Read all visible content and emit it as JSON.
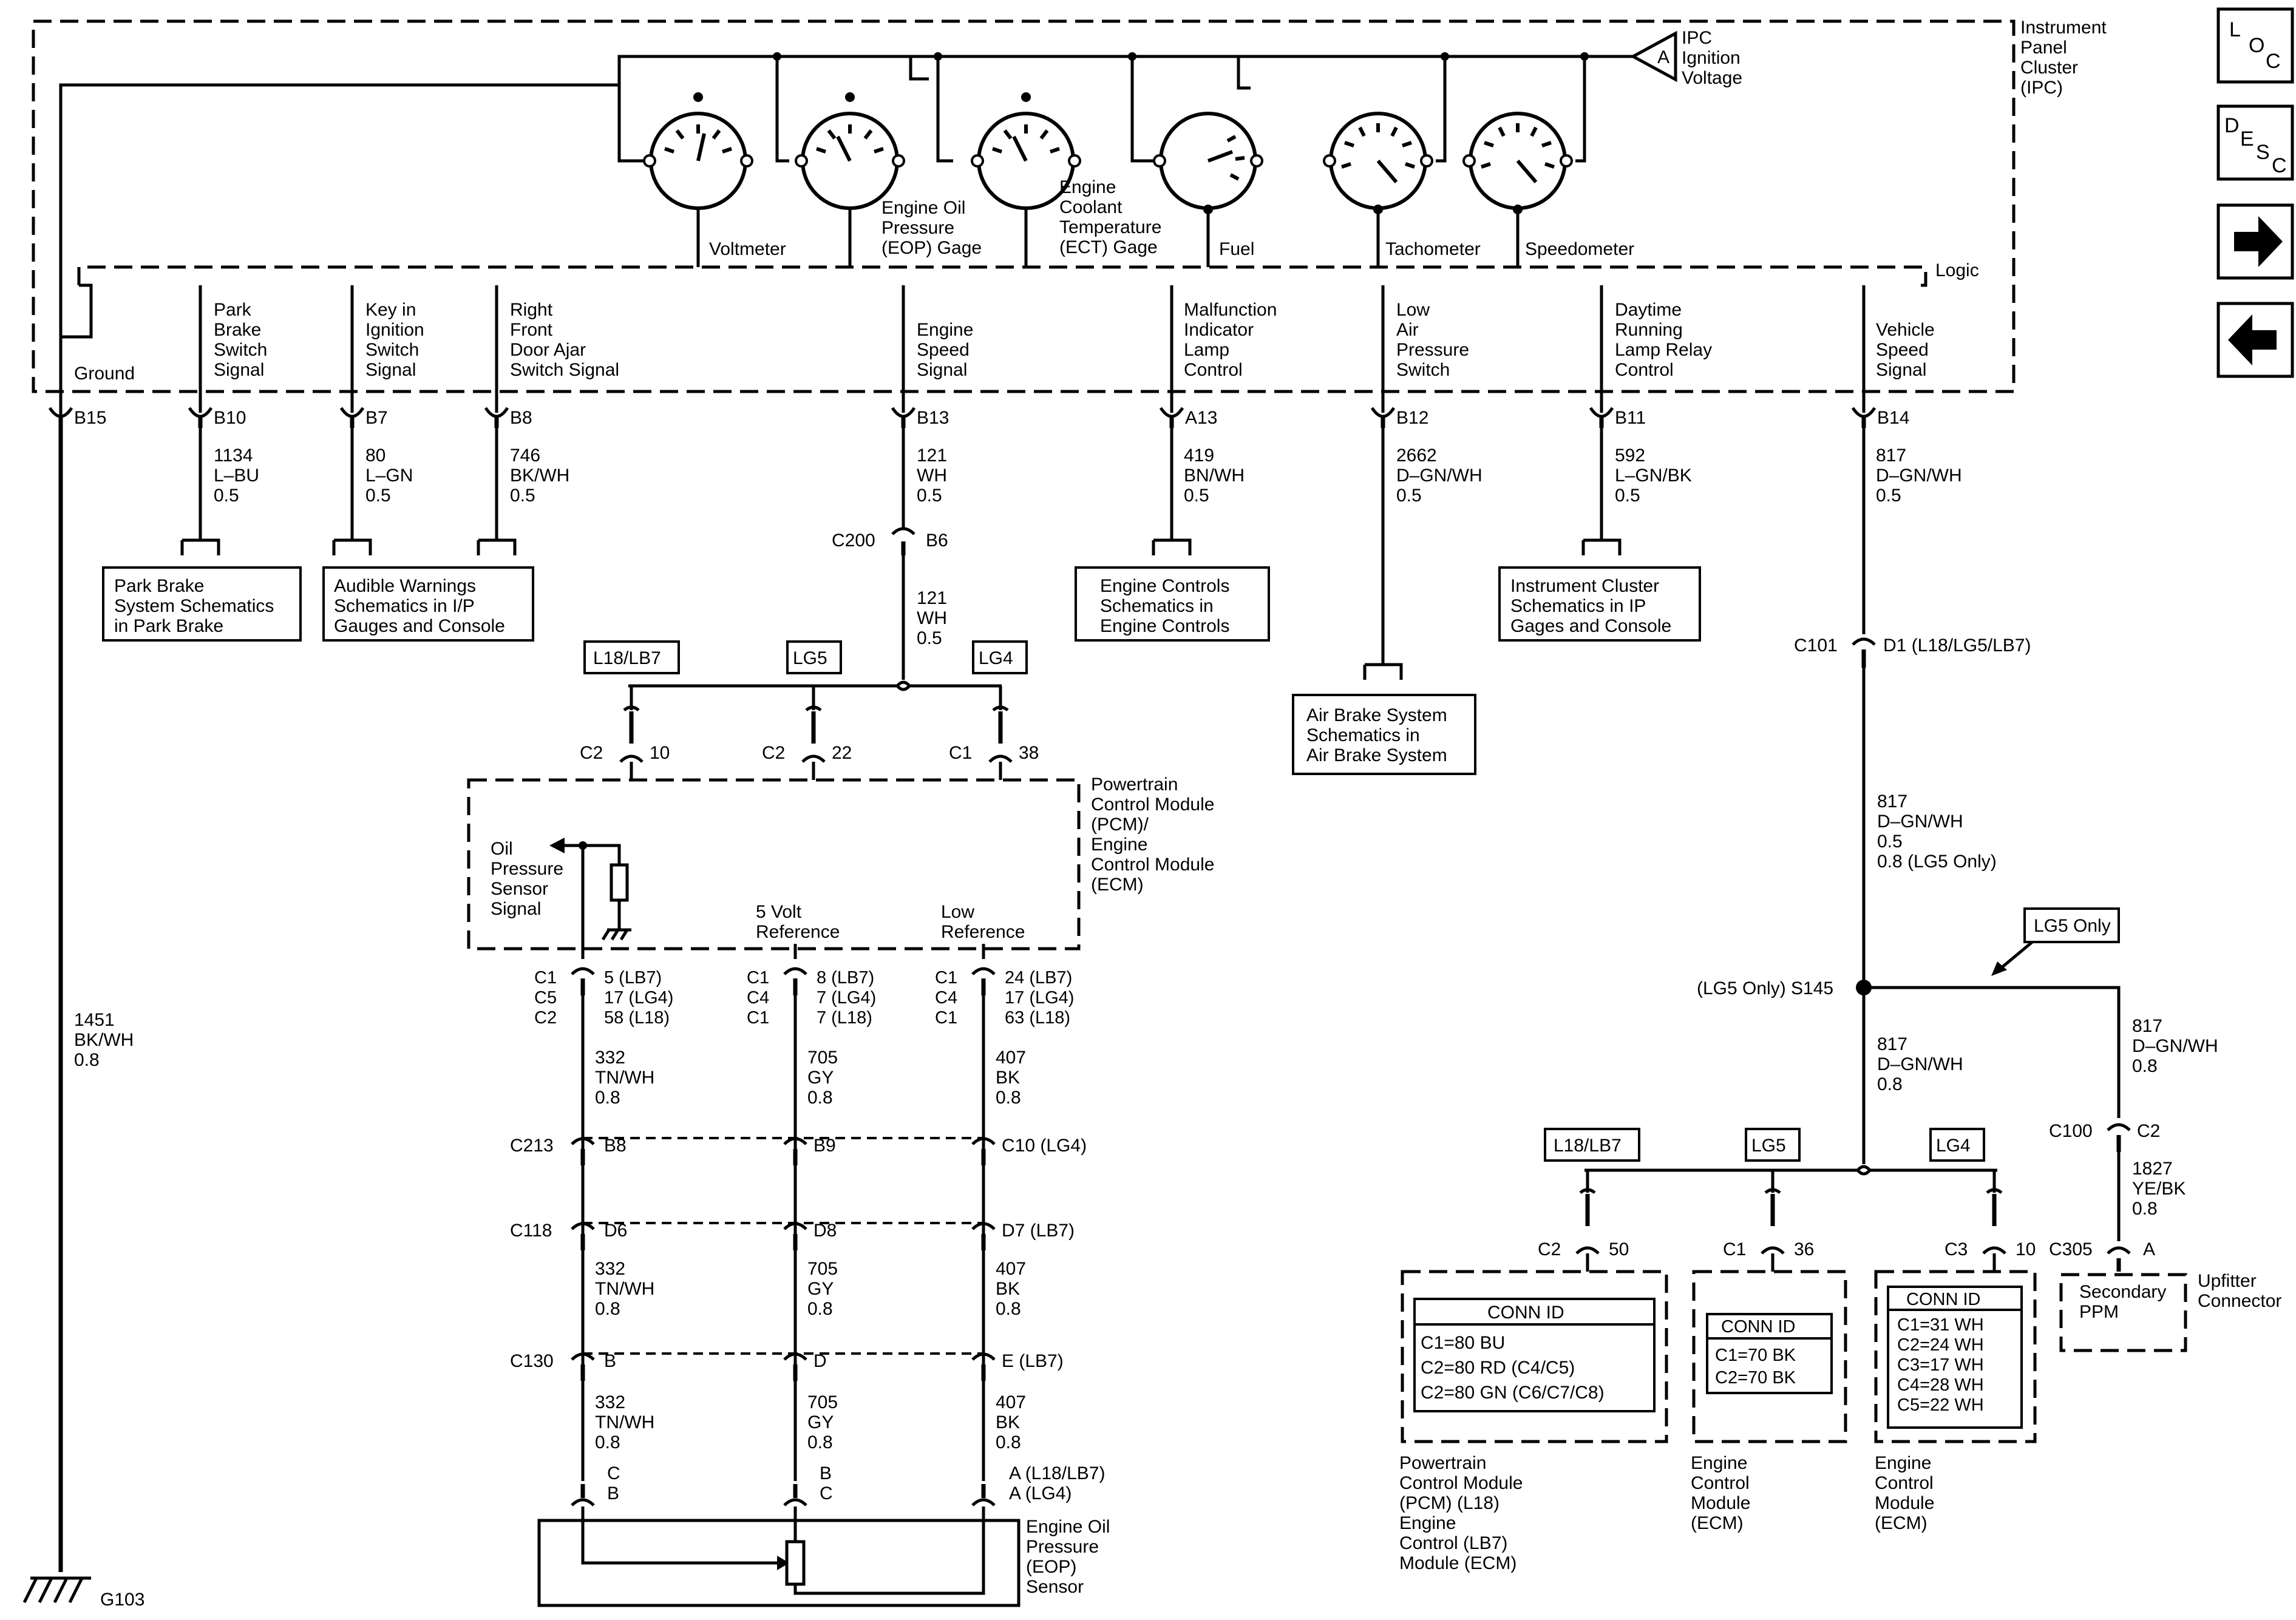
{
  "nav": {
    "loc_label": [
      "L",
      "O",
      "C"
    ],
    "desc_label": [
      "D",
      "E",
      "S",
      "C"
    ],
    "next_icon": "right-arrow-icon",
    "prev_icon": "left-arrow-icon"
  },
  "ipc": {
    "title": [
      "Instrument",
      "Panel",
      "Cluster",
      "(IPC)"
    ],
    "ign_letter": "A",
    "ign_label": [
      "IPC",
      "Ignition",
      "Voltage"
    ],
    "logic": "Logic",
    "gauges": {
      "voltmeter": [
        "Voltmeter"
      ],
      "eop": [
        "Engine Oil",
        "Pressure",
        "(EOP) Gage"
      ],
      "ect": [
        "Engine",
        "Coolant",
        "Temperature",
        "(ECT) Gage"
      ],
      "fuel": [
        "Fuel"
      ],
      "tach": [
        "Tachometer"
      ],
      "speedo": [
        "Speedometer"
      ]
    },
    "signals": {
      "ground": [
        "Ground"
      ],
      "b10": [
        "Park",
        "Brake",
        "Switch",
        "Signal"
      ],
      "b7": [
        "Key in",
        "Ignition",
        "Switch",
        "Signal"
      ],
      "b8": [
        "Right",
        "Front",
        "Door Ajar",
        "Switch Signal"
      ],
      "b13": [
        "Engine",
        "Speed",
        "Signal"
      ],
      "a13": [
        "Malfunction",
        "Indicator",
        "Lamp",
        "Control"
      ],
      "b12": [
        "Low",
        "Air",
        "Pressure",
        "Switch"
      ],
      "b11": [
        "Daytime",
        "Running",
        "Lamp Relay",
        "Control"
      ],
      "b14": [
        "Vehicle",
        "Speed",
        "Signal"
      ]
    }
  },
  "pins": {
    "b15": "B15",
    "b10": "B10",
    "b7": "B7",
    "b8": "B8",
    "b13": "B13",
    "a13": "A13",
    "b12": "B12",
    "b11": "B11",
    "b14": "B14"
  },
  "wires": {
    "b10": [
      "1134",
      "L–BU",
      "0.5"
    ],
    "b7": [
      "80",
      "L–GN",
      "0.5"
    ],
    "b8": [
      "746",
      "BK/WH",
      "0.5"
    ],
    "b13": [
      "121",
      "WH",
      "0.5"
    ],
    "b13_lower": [
      "121",
      "WH",
      "0.5"
    ],
    "a13": [
      "419",
      "BN/WH",
      "0.5"
    ],
    "b12": [
      "2662",
      "D–GN/WH",
      "0.5"
    ],
    "b11": [
      "592",
      "L–GN/BK",
      "0.5"
    ],
    "b14": [
      "817",
      "D–GN/WH",
      "0.5"
    ],
    "ground": [
      "1451",
      "BK/WH",
      "0.8"
    ],
    "vss_mid": [
      "817",
      "D–GN/WH",
      "0.5",
      "0.8 (LG5 Only)"
    ],
    "vss_low": [
      "817",
      "D–GN/WH",
      "0.8"
    ],
    "vss_right": [
      "817",
      "D–GN/WH",
      "0.8"
    ],
    "upfit": [
      "1827",
      "YE/BK",
      "0.8"
    ],
    "sig1": [
      "332",
      "TN/WH",
      "0.8"
    ],
    "sig2": [
      "332",
      "TN/WH",
      "0.8"
    ],
    "sig3": [
      "332",
      "TN/WH",
      "0.8"
    ],
    "ref1": [
      "705",
      "GY",
      "0.8"
    ],
    "ref2": [
      "705",
      "GY",
      "0.8"
    ],
    "ref3": [
      "705",
      "GY",
      "0.8"
    ],
    "low1": [
      "407",
      "BK",
      "0.8"
    ],
    "low2": [
      "407",
      "BK",
      "0.8"
    ],
    "low3": [
      "407",
      "BK",
      "0.8"
    ]
  },
  "refs": {
    "park": [
      "Park Brake",
      "System Schematics",
      "in Park Brake"
    ],
    "audible": [
      "Audible Warnings",
      "Schematics in I/P",
      "Gauges and Console"
    ],
    "engine_controls": [
      "Engine Controls",
      "Schematics in",
      "Engine Controls"
    ],
    "air_brake": [
      "Air Brake System",
      "Schematics in",
      "Air Brake System"
    ],
    "cluster": [
      "Instrument Cluster",
      "Schematics in IP",
      "Gages and Console"
    ]
  },
  "connectors": {
    "c200": "C200",
    "c200_pin": "B6",
    "c101": "C101",
    "c101_pin": "D1 (L18/LG5/LB7)",
    "s145": "(LG5 Only) S145",
    "c100": "C100",
    "c100_pin": "C2",
    "c305": "C305",
    "c305_pin": "A",
    "c213": "C213",
    "c213_pins": [
      "B8",
      "B9",
      "C10 (LG4)"
    ],
    "c118": "C118",
    "c118_pins": [
      "D6",
      "D8",
      "D7 (LB7)"
    ],
    "c130": "C130",
    "c130_pins": [
      "B",
      "D",
      "E (LB7)"
    ],
    "g103": "G103"
  },
  "options": {
    "top": [
      "L18/LB7",
      "LG5",
      "LG4"
    ],
    "bottom": [
      "L18/LB7",
      "LG5",
      "LG4"
    ],
    "lg5_only": "LG5 Only"
  },
  "pcm_top": {
    "pins": [
      {
        "c": "C2",
        "n": "10"
      },
      {
        "c": "C2",
        "n": "22"
      },
      {
        "c": "C1",
        "n": "38"
      }
    ],
    "title": [
      "Powertrain",
      "Control Module",
      "(PCM)/",
      "Engine",
      "Control Module",
      "(ECM)"
    ],
    "oil_signal": [
      "Oil",
      "Pressure",
      "Sensor",
      "Signal"
    ],
    "ref5v": [
      "5 Volt",
      "Reference"
    ],
    "lowref": [
      "Low",
      "Reference"
    ],
    "pin_c1": [
      "C1",
      "C5",
      "C2"
    ],
    "pin_n1": [
      "5 (LB7)",
      "17 (LG4)",
      "58 (L18)"
    ],
    "pin_c2": [
      "C1",
      "C4",
      "C1"
    ],
    "pin_n2": [
      "8 (LB7)",
      "7 (LG4)",
      "7 (L18)"
    ],
    "pin_c3": [
      "C1",
      "C4",
      "C1"
    ],
    "pin_n3": [
      "24 (LB7)",
      "17 (LG4)",
      "63 (L18)"
    ]
  },
  "eop_sensor": {
    "pins": [
      [
        "C",
        "B"
      ],
      [
        "B",
        "C"
      ],
      [
        "A (L18/LB7)",
        "A (LG4)"
      ]
    ],
    "title": [
      "Engine Oil",
      "Pressure",
      "(EOP)",
      "Sensor"
    ]
  },
  "bottom_modules": {
    "pins": [
      {
        "c": "C2",
        "n": "50"
      },
      {
        "c": "C1",
        "n": "36"
      },
      {
        "c": "C3",
        "n": "10"
      }
    ],
    "pcm": {
      "conn_id": "CONN ID",
      "rows": [
        "C1=80 BU",
        "C2=80 RD (C4/C5)",
        "C2=80 GN (C6/C7/C8)"
      ],
      "label": [
        "Powertrain",
        "Control Module",
        "(PCM) (L18)",
        "Engine",
        "Control (LB7)",
        "Module (ECM)"
      ]
    },
    "ecm1": {
      "conn_id": "CONN ID",
      "rows": [
        "C1=70 BK",
        "C2=70 BK"
      ],
      "label": [
        "Engine",
        "Control",
        "Module",
        "(ECM)"
      ]
    },
    "ecm2": {
      "conn_id": "CONN ID",
      "rows": [
        "C1=31 WH",
        "C2=24 WH",
        "C3=17 WH",
        "C4=28 WH",
        "C5=22 WH"
      ],
      "label": [
        "Engine",
        "Control",
        "Module",
        "(ECM)"
      ]
    },
    "upfitter": {
      "inner": [
        "Secondary",
        "PPM"
      ],
      "label": [
        "Upfitter",
        "Connector"
      ]
    }
  }
}
